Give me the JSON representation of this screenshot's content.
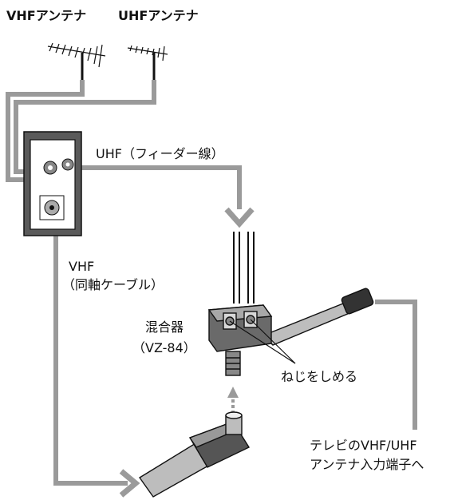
{
  "labels": {
    "vhf_antenna": "VHFアンテナ",
    "uhf_antenna": "UHFアンテナ",
    "uhf_feeder": "UHF（フィーダー線）",
    "vhf_coax_line1": "VHF",
    "vhf_coax_line2": "（同軸ケーブル）",
    "mixer_line1": "混合器",
    "mixer_line2": "（VZ-84）",
    "screw": "ねじをしめる",
    "tv_input_line1": "テレビのVHF/UHF",
    "tv_input_line2": "アンテナ入力端子へ"
  },
  "colors": {
    "wire": "#9a9a9a",
    "plate": "#5a5a5a",
    "line": "#111111"
  }
}
